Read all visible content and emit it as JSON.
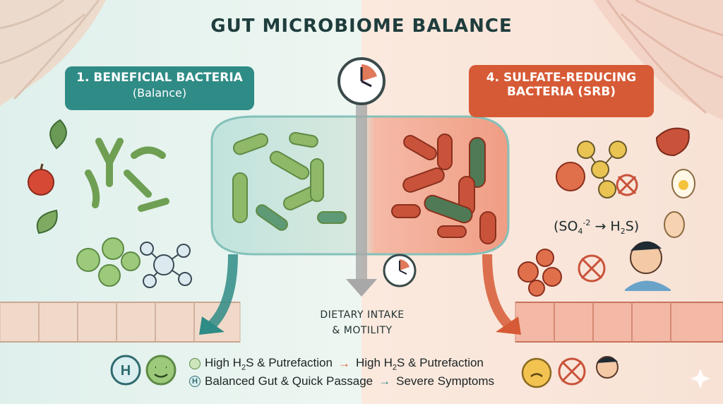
{
  "title": "GUT MICROBIOME BALANCE",
  "left_callout": {
    "line1": "1. BENEFICIAL BACTERIA",
    "line2": "(Balance)"
  },
  "right_callout": {
    "line1": "4. SULFATE-REDUCING",
    "line2": "BACTERIA (SRB)"
  },
  "center_label": {
    "line1": "DIETARY INTAKE",
    "line2": "& MOTILITY"
  },
  "formula": {
    "left": "(SO",
    "sub": "4",
    "sup": "-2",
    "arrow": "→",
    "right": "H",
    "right_sub": "2",
    "right_end": "S)"
  },
  "legend": {
    "row1_left": "High H",
    "row1_left_sub": "2",
    "row1_left_end": "S & Putrefaction",
    "row1_right": "High H",
    "row1_right_sub": "2",
    "row1_right_end": "S & Putrefaction",
    "row2_left": "Balanced Gut & Quick Passage",
    "row2_right": "Severe Symptoms",
    "h_glyph": "H"
  },
  "icons": [
    "leaf-icon",
    "apple-icon",
    "smiley-icon",
    "molecule-icon",
    "clock-icon",
    "steak-icon",
    "egg-icon",
    "sulfur-molecule-icon",
    "sad-face-icon",
    "no-symbol-icon",
    "person-sick-icon",
    "sparkle-icon"
  ],
  "colors": {
    "teal": "#2f8b86",
    "orange": "#d65a35",
    "green_bacteria": "#8fb868",
    "red_bacteria": "#c9533a",
    "left_bg": "#e6f2ee",
    "right_bg": "#f8e3d8"
  }
}
